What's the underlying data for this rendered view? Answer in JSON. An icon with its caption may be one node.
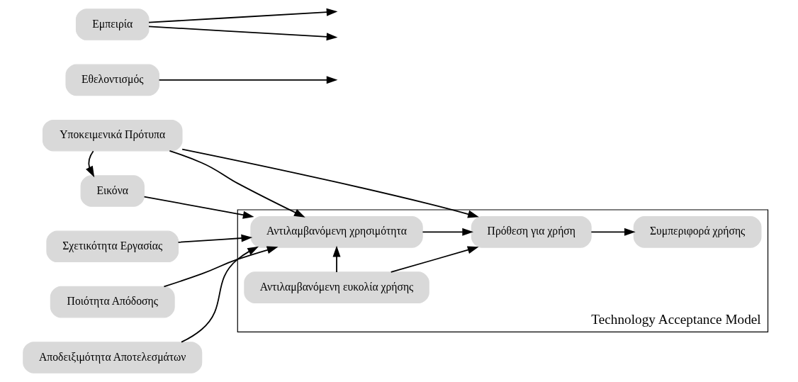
{
  "diagram": {
    "nodes": [
      {
        "text": [
          "Εμπειρία"
        ]
      },
      {
        "text": [
          "Εθελοντισμός"
        ]
      },
      {
        "text": [
          "Υποκειμενικά Πρότυπα"
        ]
      },
      {
        "text": [
          "Εικόνα"
        ]
      },
      {
        "text": [
          "Σχετικότητα Εργασίας"
        ]
      },
      {
        "text": [
          "Ποιότητα Απόδοσης"
        ]
      },
      {
        "text": [
          "Αποδειξιμότητα Αποτελεσμάτων"
        ]
      },
      {
        "text": [
          "Technology Acceptance Model"
        ]
      },
      {
        "text": [
          "Αντιλαμβανόμενη χρησιμότητα"
        ],
        "in": 7
      },
      {
        "text": [
          "Πρόθεση για χρήση"
        ],
        "in": 7
      },
      {
        "text": [
          "Συμπεριφορά χρήσης"
        ],
        "in": 7
      },
      {
        "text": [
          "Αντιλαμβανόμενη ευκολία χρήσης"
        ],
        "in": 7
      }
    ],
    "edges": [
      {
        "from": 2,
        "to": 3,
        "arrow": "to"
      },
      {
        "from": 2,
        "to": 8,
        "arrow": "to"
      },
      {
        "from": 2,
        "to": 9,
        "arrow": "to"
      },
      {
        "from": 0,
        "to": null,
        "arrow": "to"
      },
      {
        "from": 0,
        "to": null,
        "arrow": "to"
      },
      {
        "from": 1,
        "to": null,
        "arrow": "to"
      },
      {
        "from": 3,
        "to": 8,
        "arrow": "to"
      },
      {
        "from": 4,
        "to": 8,
        "arrow": "to"
      },
      {
        "from": 5,
        "to": 8,
        "arrow": "to"
      },
      {
        "from": 6,
        "to": 8,
        "arrow": "to"
      },
      {
        "from": 8,
        "to": 9,
        "arrow": "to"
      },
      {
        "from": 11,
        "to": 8,
        "arrow": "to"
      },
      {
        "from": 11,
        "to": 9,
        "arrow": "to"
      },
      {
        "from": 9,
        "to": 10,
        "arrow": "to"
      }
    ]
  }
}
